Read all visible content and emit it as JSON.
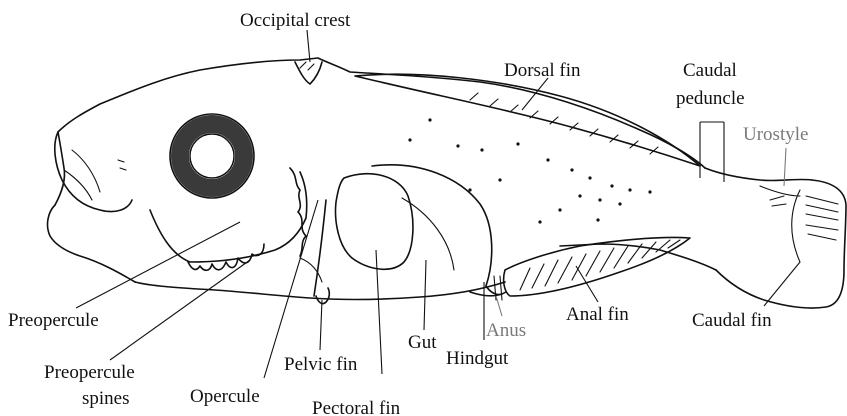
{
  "diagram": {
    "labels": {
      "occipital_crest": "Occipital crest",
      "dorsal_fin": "Dorsal fin",
      "caudal_peduncle_line1": "Caudal",
      "caudal_peduncle_line2": "peduncle",
      "urostyle": "Urostyle",
      "preopercule": "Preopercule",
      "preopercule_spines_line1": "Preopercule",
      "preopercule_spines_line2": "spines",
      "opercule": "Opercule",
      "pelvic_fin": "Pelvic fin",
      "pectoral_fin": "Pectoral fin",
      "gut": "Gut",
      "anus": "Anus",
      "hindgut": "Hindgut",
      "anal_fin": "Anal fin",
      "caudal_fin": "Caudal fin"
    },
    "colors": {
      "ink": "#111111",
      "grey_label": "#7a7a7a",
      "eye_ring": "#3a3a3a",
      "background": "#ffffff"
    }
  }
}
